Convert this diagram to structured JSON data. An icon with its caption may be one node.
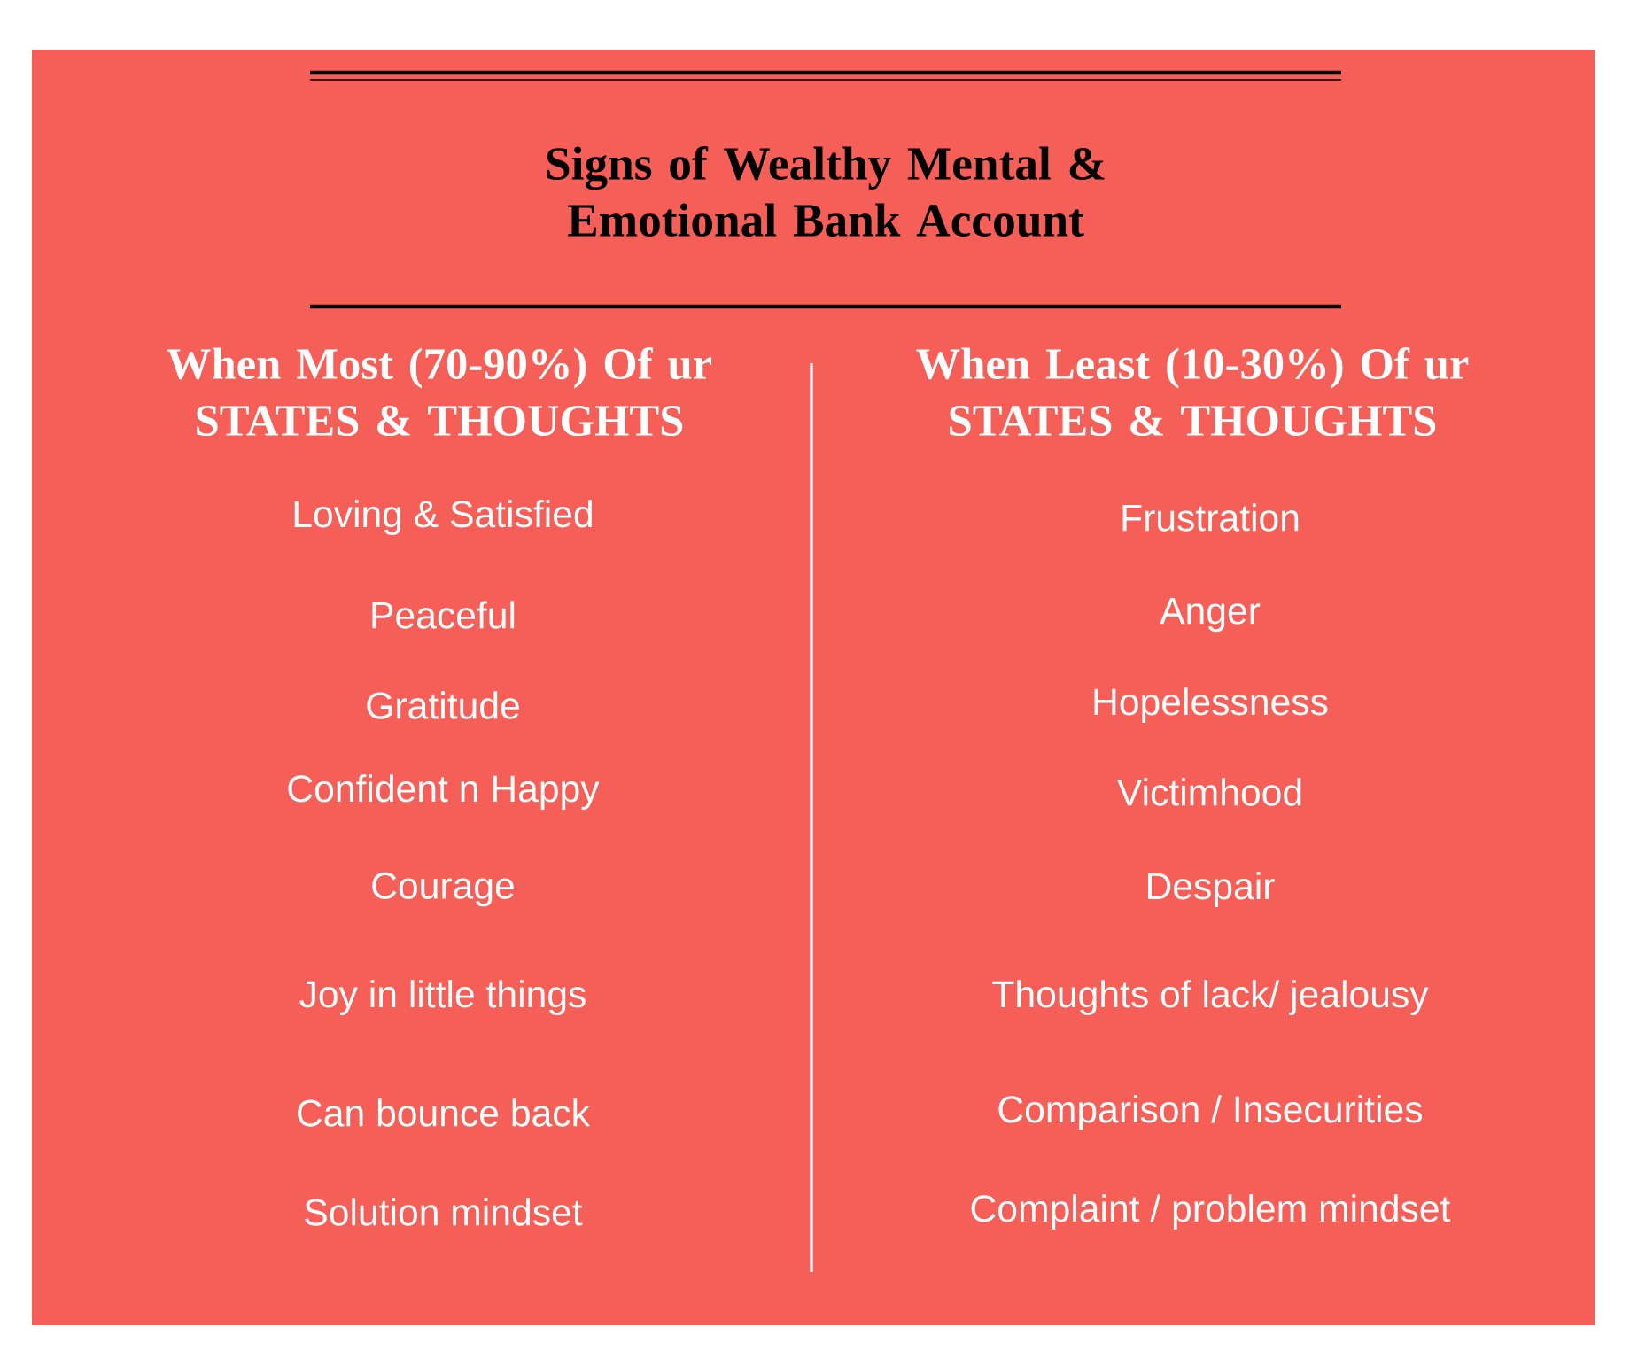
{
  "diagram": {
    "title": "Signs of Wealthy Mental & Emotional Bank Account",
    "labels": [
      "When Most (70-90%) Of ur STATES & THOUGHTS",
      "When Least (10-30%) Of ur STATES & THOUGHTS",
      "Loving & Satisfied",
      "Frustration",
      "Peaceful",
      "Anger",
      "Gratitude",
      "Hopelessness",
      "Confident n Happy",
      "Victimhood",
      "Courage",
      "Despair",
      "Joy in little things",
      "Thoughts of lack/ jealousy",
      "Can bounce back",
      "Comparison / Insecurities",
      "Solution mindset",
      "Complaint / problem mindset"
    ]
  }
}
